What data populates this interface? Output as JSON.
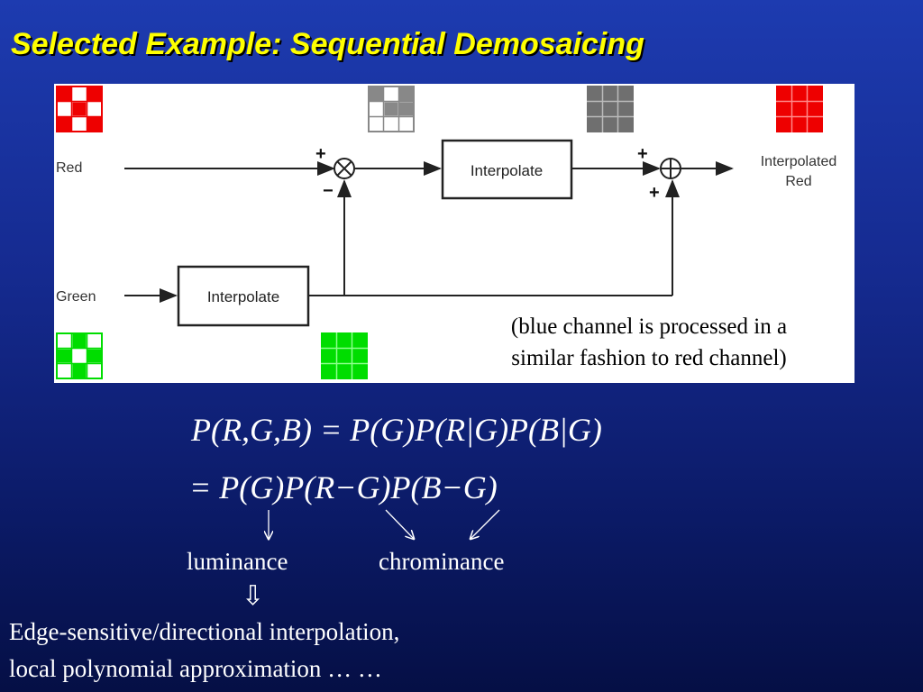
{
  "title": "Selected Example: Sequential Demosaicing",
  "diagram": {
    "red_label": "Red",
    "green_label": "Green",
    "interpolate_top": "Interpolate",
    "interpolate_bottom": "Interpolate",
    "output_label_line1": "Interpolated",
    "output_label_line2": "Red",
    "minus_node_signs": {
      "plus": "+",
      "minus": "−"
    },
    "plus_node_signs": {
      "plus1": "+",
      "plus2": "+"
    },
    "note_line1": "(blue channel is processed in a",
    "note_line2": "similar fashion to red channel)",
    "colors": {
      "red": "#ee0000",
      "green": "#00dd00",
      "gray": "#777777",
      "light_gray": "#9a9a9a"
    }
  },
  "equations": {
    "line1": "P(R,G,B) = P(G)P(R|G)P(B|G)",
    "line2": "= P(G)P(R−G)P(B−G)"
  },
  "labels": {
    "luminance": "luminance",
    "chrominance": "chrominance"
  },
  "bottom_text": {
    "line1": "Edge-sensitive/directional interpolation,",
    "line2": "local polynomial approximation … …"
  }
}
